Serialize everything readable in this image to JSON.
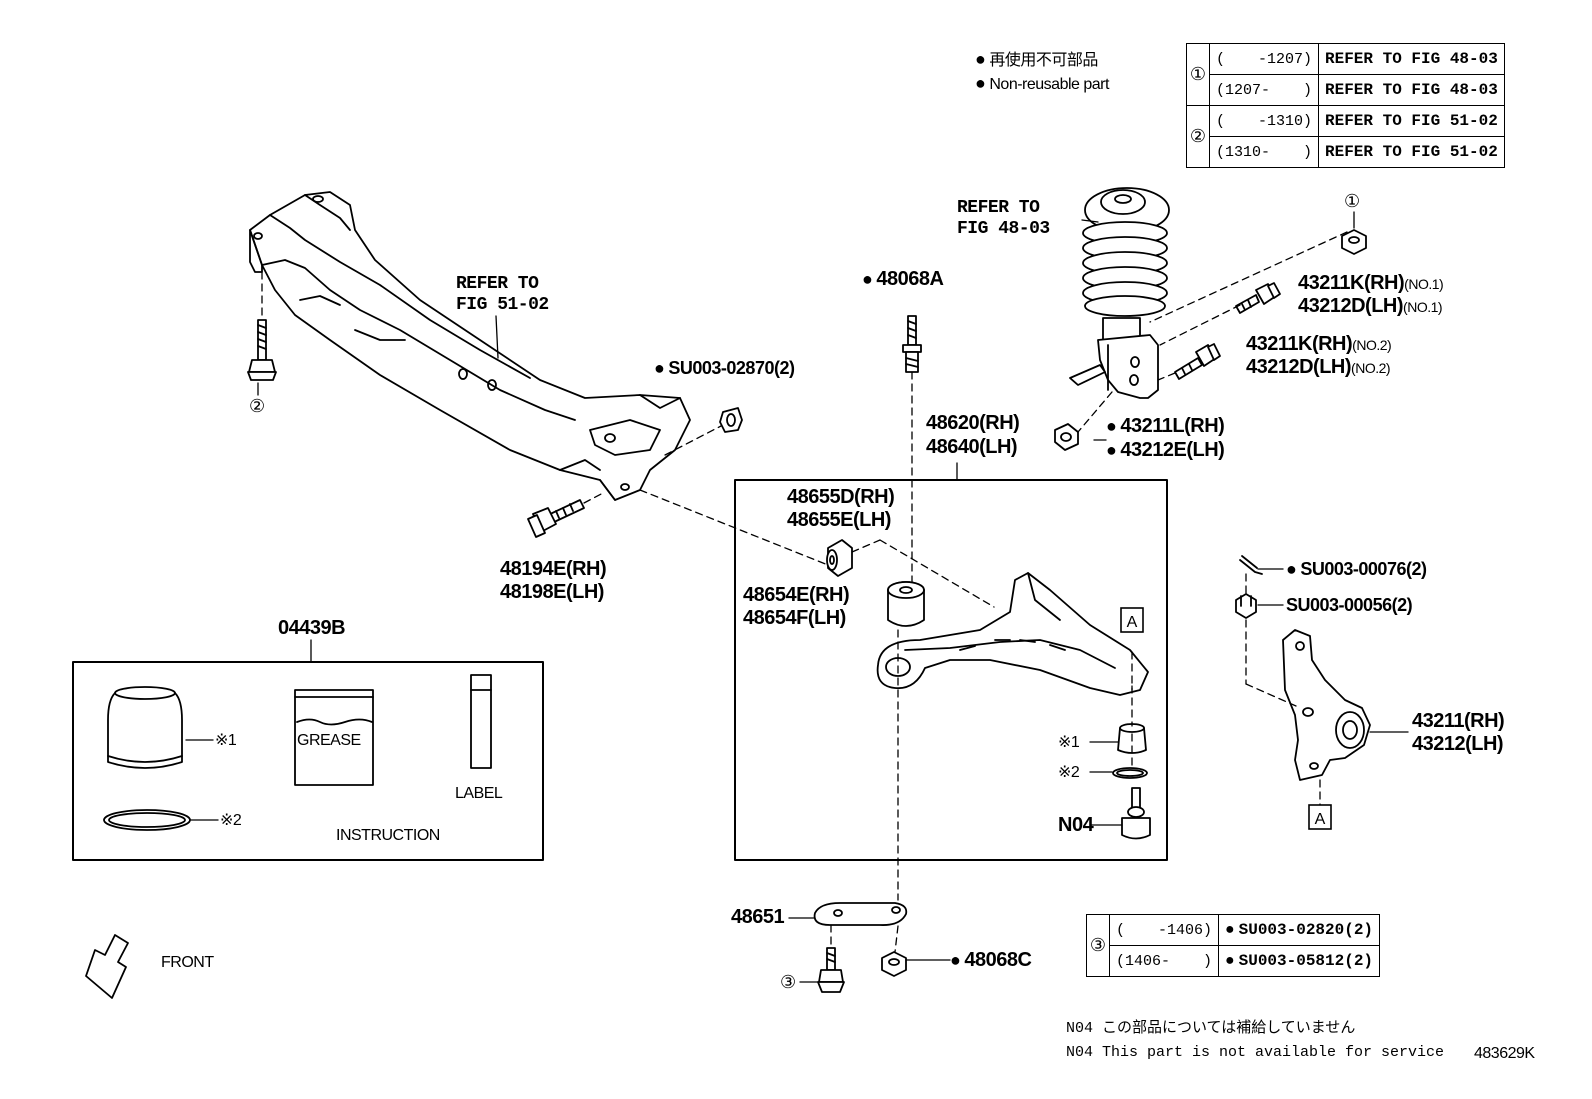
{
  "legend": {
    "jp": "再使用不可部品",
    "en": "Non-reusable part"
  },
  "ref_table_top": {
    "groups": [
      {
        "marker": "①",
        "rows": [
          {
            "range_from": "(",
            "range_to": "-1207)",
            "ref": "REFER TO FIG 48-03"
          },
          {
            "range_from": "(1207-",
            "range_to": ")",
            "ref": "REFER TO FIG 48-03"
          }
        ]
      },
      {
        "marker": "②",
        "rows": [
          {
            "range_from": "(",
            "range_to": "-1310)",
            "ref": "REFER TO FIG 51-02"
          },
          {
            "range_from": "(1310-",
            "range_to": ")",
            "ref": "REFER TO FIG 51-02"
          }
        ]
      }
    ]
  },
  "ref_table_bottom": {
    "groups": [
      {
        "marker": "③",
        "rows": [
          {
            "range_from": "(",
            "range_to": "-1406)",
            "part": "SU003-02820(2)"
          },
          {
            "range_from": "(1406-",
            "range_to": ")",
            "part": "SU003-05812(2)"
          }
        ]
      }
    ]
  },
  "labels": {
    "refer_crossmember_1": "REFER TO",
    "refer_crossmember_2": "FIG 51-02",
    "refer_strut_1": "REFER TO",
    "refer_strut_2": "FIG 48-03",
    "p_48068A": "48068A",
    "p_SU003_02870": "SU003-02870(2)",
    "p_48194E": "48194E(RH)",
    "p_48198E": "48198E(LH)",
    "p_48620": "48620(RH)",
    "p_48640": "48640(LH)",
    "p_48655D": "48655D(RH)",
    "p_48655E": "48655E(LH)",
    "p_48654E": "48654E(RH)",
    "p_48654F": "48654F(LH)",
    "p_43211K_1": "43211K(RH)",
    "p_43212D_1": "43212D(LH)",
    "no1": "(NO.1)",
    "p_43211K_2": "43211K(RH)",
    "p_43212D_2": "43212D(LH)",
    "no2": "(NO.2)",
    "p_43211L": "43211L(RH)",
    "p_43212E": "43212E(LH)",
    "p_SU003_00076": "SU003-00076(2)",
    "p_SU003_00056": "SU003-00056(2)",
    "p_43211": "43211(RH)",
    "p_43212": "43212(LH)",
    "p_04439B": "04439B",
    "kit_x1": "※1",
    "kit_x2": "※2",
    "kit_grease": "GREASE",
    "kit_label": "LABEL",
    "kit_instruction": "INSTRUCTION",
    "arm_x1": "※1",
    "arm_x2": "※2",
    "p_N04": "N04",
    "box_a_1": "A",
    "box_a_2": "A",
    "p_48651": "48651",
    "p_48068C": "48068C",
    "front": "FRONT",
    "circle_1": "①",
    "circle_2": "②",
    "circle_3": "③",
    "note_jp": "N04 この部品については補給していません",
    "note_en": "N04 This part is not available for service",
    "figure_id": "483629K"
  }
}
